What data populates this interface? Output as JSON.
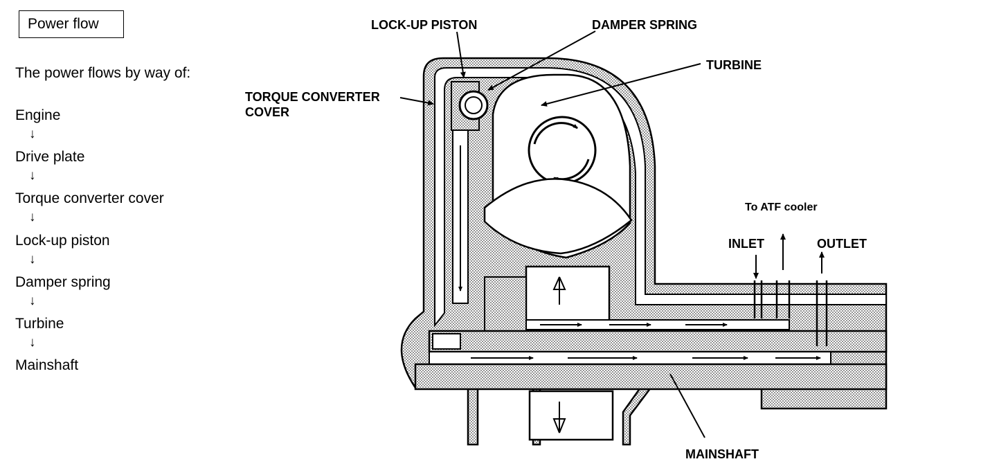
{
  "title": "Power flow",
  "intro": "The power flows by way of:",
  "flow_arrow": "↓",
  "flow_steps": [
    "Engine",
    "Drive plate",
    "Torque converter cover",
    "Lock-up piston",
    "Damper spring",
    "Turbine",
    "Mainshaft"
  ],
  "diagram": {
    "labels": {
      "lockup_piston": "LOCK-UP PISTON",
      "damper_spring": "DAMPER SPRING",
      "turbine": "TURBINE",
      "converter_cover_line1": "TORQUE CONVERTER",
      "converter_cover_line2": "COVER",
      "atf_cooler": "To ATF cooler",
      "inlet": "INLET",
      "outlet": "OUTLET",
      "mainshaft": "MAINSHAFT"
    }
  }
}
